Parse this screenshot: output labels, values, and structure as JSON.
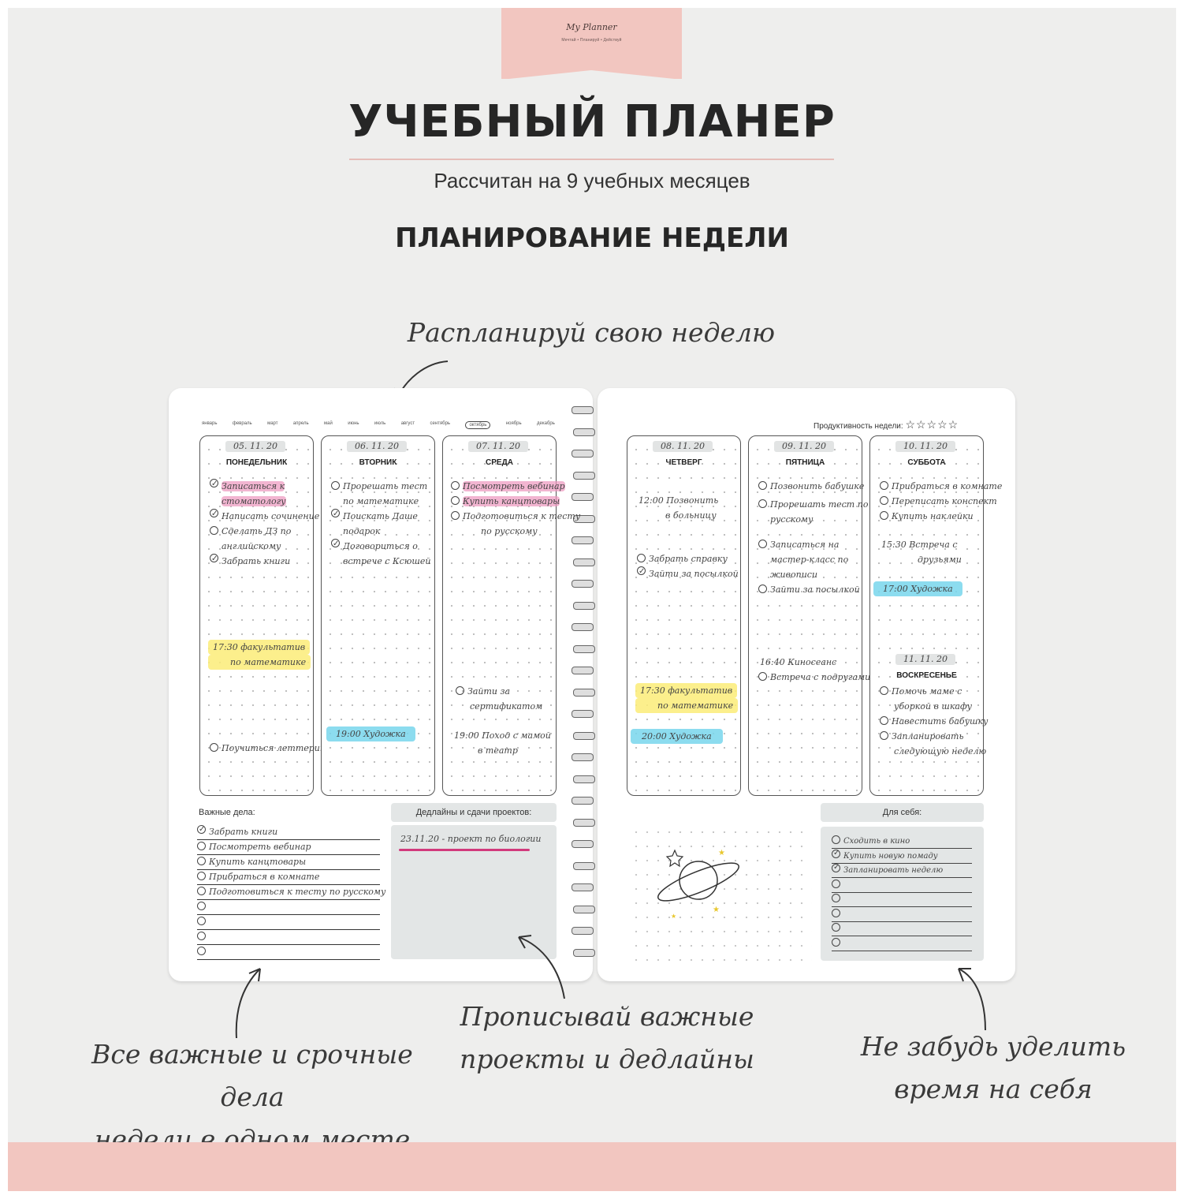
{
  "brand": {
    "logo": "My Planner",
    "tagline": "Мечтай • Планируй • Действуй"
  },
  "title": "УЧЕБНЫЙ ПЛАНЕР",
  "subtitle": "Рассчитан на 9 учебных месяцев",
  "section_title": "ПЛАНИРОВАНИЕ НЕДЕЛИ",
  "annotations": {
    "top": "Распланируй свою неделю",
    "bottom_left": [
      "Все важные и срочные дела",
      "недели в одном месте"
    ],
    "bottom_middle": [
      "Прописывай важные",
      "проекты и дедлайны"
    ],
    "bottom_right": [
      "Не забудь уделить",
      "время на себя"
    ]
  },
  "months": [
    "январь",
    "февраль",
    "март",
    "апрель",
    "май",
    "июнь",
    "июль",
    "август",
    "сентябрь",
    "октябрь",
    "ноябрь",
    "декабрь"
  ],
  "current_month": "октябрь",
  "productivity_label": "Продуктивность недели:",
  "productivity_stars": 5,
  "days": [
    {
      "date": "05. 11. 20",
      "name": "ПОНЕДЕЛЬНИК"
    },
    {
      "date": "06. 11. 20",
      "name": "ВТОРНИК"
    },
    {
      "date": "07. 11. 20",
      "name": "СРЕДА"
    },
    {
      "date": "08. 11. 20",
      "name": "ЧЕТВЕРГ"
    },
    {
      "date": "09. 11. 20",
      "name": "ПЯТНИЦА"
    },
    {
      "date": "10. 11. 20",
      "name": "СУББОТА"
    },
    {
      "date": "11. 11. 20",
      "name": "ВОСКРЕСЕНЬЕ"
    }
  ],
  "tasks": {
    "mon": [
      "Записаться к",
      "стоматологу",
      "Написать сочинение",
      "Сделать ДЗ по",
      "английскому",
      "Забрать книги",
      "17:30 факультатив",
      "по математике",
      "Поучиться леттерингу"
    ],
    "tue": [
      "Прорешать тест",
      "по математике",
      "Поискать Даше",
      "подарок",
      "Договориться о",
      "встрече с Ксюшей",
      "19:00 Художка"
    ],
    "wed": [
      "Посмотреть вебинар",
      "Купить канцтовары",
      "Подготовиться к тесту",
      "по русскому",
      "Зайти за",
      "сертификатом",
      "19:00 Поход с мамой",
      "в театр"
    ],
    "thu": [
      "12:00 Позвонить",
      "в больницу",
      "Забрать справку",
      "Зайти за посылкой",
      "17:30 факультатив",
      "по математике",
      "20:00 Художка"
    ],
    "fri": [
      "Позвонить бабушке",
      "Прорешать тест по",
      "русскому",
      "Записаться на",
      "мастер-класс по",
      "живописи",
      "Зайти за посылкой",
      "16:40 Киносеанс",
      "Встреча с подругами"
    ],
    "sat": [
      "Прибраться в комнате",
      "Переписать конспект",
      "Купить наклейки",
      "15:30 Встреча с",
      "друзьями",
      "17:00 Художка"
    ],
    "sun": [
      "Помочь маме с",
      "уборкой в шкафу",
      "Навестить бабушку",
      "Запланировать",
      "следующую неделю"
    ]
  },
  "important": {
    "label": "Важные дела:",
    "items": [
      "Забрать книги",
      "Посмотреть вебинар",
      "Купить канцтовары",
      "Прибраться в комнате",
      "Подготовиться к тесту по русскому"
    ]
  },
  "deadlines": {
    "label": "Дедлайны и сдачи проектов:",
    "entry": "23.11.20 - проект по биологии"
  },
  "self": {
    "label": "Для себя:",
    "items": [
      "Сходить в кино",
      "Купить новую помаду",
      "Запланировать неделю"
    ]
  },
  "colors": {
    "background": "#eeeeed",
    "accent_pink": "#f2c6c0",
    "highlight_pink": "#ec96be",
    "highlight_yellow": "#fcec78",
    "highlight_blue": "#78d6ec",
    "panel_gray": "#e3e6e6"
  },
  "icons": [
    "planet-doodle-icon",
    "star-icon",
    "arrow-icon",
    "check-circle-icon",
    "empty-circle-icon"
  ]
}
